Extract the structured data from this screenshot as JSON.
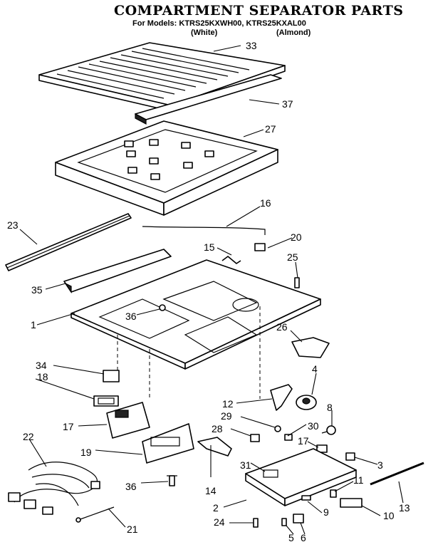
{
  "title": "COMPARTMENT SEPARATOR PARTS",
  "models_line": "For Models: KTRS25KXWH00, KTRS25KXAL00",
  "color_white": "(White)",
  "color_almond": "(Almond)",
  "callouts": [
    {
      "id": "c33",
      "label": "33"
    },
    {
      "id": "c37",
      "label": "37"
    },
    {
      "id": "c27",
      "label": "27"
    },
    {
      "id": "c16",
      "label": "16"
    },
    {
      "id": "c23",
      "label": "23"
    },
    {
      "id": "c20",
      "label": "20"
    },
    {
      "id": "c15",
      "label": "15"
    },
    {
      "id": "c25",
      "label": "25"
    },
    {
      "id": "c35",
      "label": "35"
    },
    {
      "id": "c36a",
      "label": "36"
    },
    {
      "id": "c1",
      "label": "1"
    },
    {
      "id": "c26",
      "label": "26"
    },
    {
      "id": "c34",
      "label": "34"
    },
    {
      "id": "c18",
      "label": "18"
    },
    {
      "id": "c4",
      "label": "4"
    },
    {
      "id": "c12",
      "label": "12"
    },
    {
      "id": "c8",
      "label": "8"
    },
    {
      "id": "c29",
      "label": "29"
    },
    {
      "id": "c17a",
      "label": "17"
    },
    {
      "id": "c28",
      "label": "28"
    },
    {
      "id": "c30",
      "label": "30"
    },
    {
      "id": "c17b",
      "label": "17"
    },
    {
      "id": "c22",
      "label": "22"
    },
    {
      "id": "c19",
      "label": "19"
    },
    {
      "id": "c31",
      "label": "31"
    },
    {
      "id": "c3",
      "label": "3"
    },
    {
      "id": "c14",
      "label": "14"
    },
    {
      "id": "c11",
      "label": "11"
    },
    {
      "id": "c36b",
      "label": "36"
    },
    {
      "id": "c13",
      "label": "13"
    },
    {
      "id": "c2",
      "label": "2"
    },
    {
      "id": "c9",
      "label": "9"
    },
    {
      "id": "c10",
      "label": "10"
    },
    {
      "id": "c24",
      "label": "24"
    },
    {
      "id": "c5",
      "label": "5"
    },
    {
      "id": "c6",
      "label": "6"
    },
    {
      "id": "c21",
      "label": "21"
    }
  ]
}
